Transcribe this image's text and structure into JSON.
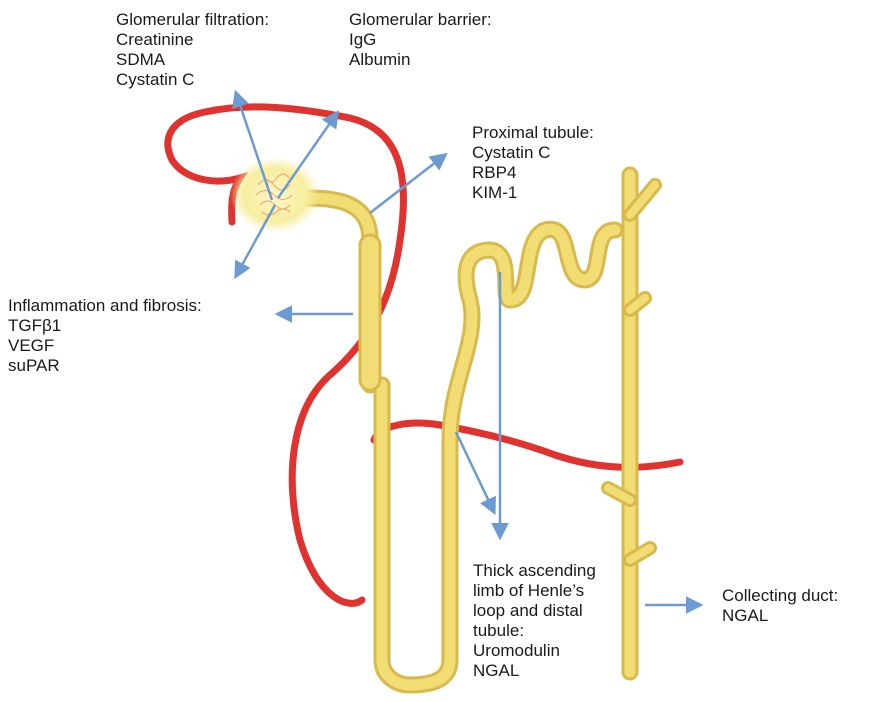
{
  "labels": {
    "glomerular_filtration": {
      "title": "Glomerular filtration:",
      "items": [
        "Creatinine",
        "SDMA",
        "Cystatin C"
      ]
    },
    "glomerular_barrier": {
      "title": "Glomerular barrier:",
      "items": [
        "IgG",
        "Albumin"
      ]
    },
    "proximal_tubule": {
      "title": "Proximal tubule:",
      "items": [
        "Cystatin C",
        "RBP4",
        "KIM-1"
      ]
    },
    "inflammation": {
      "title": "Inflammation and fibrosis:",
      "items": [
        "TGFβ1",
        "VEGF",
        "suPAR"
      ]
    },
    "thick_ascending": {
      "title_lines": [
        "Thick ascending",
        "limb of Henle’s",
        "loop and distal",
        "tubule:"
      ],
      "items": [
        "Uromodulin",
        "NGAL"
      ]
    },
    "collecting_duct": {
      "title": "Collecting duct:",
      "items": [
        "NGAL"
      ]
    }
  },
  "colors": {
    "vessel": "#e0322e",
    "tubule": "#f2dc74",
    "tubule_outline": "#d8b94c",
    "glomerulus_glow": "#f8f2b0",
    "glomerulus_core": "#f0a070",
    "arrow": "#6b9bd1"
  }
}
